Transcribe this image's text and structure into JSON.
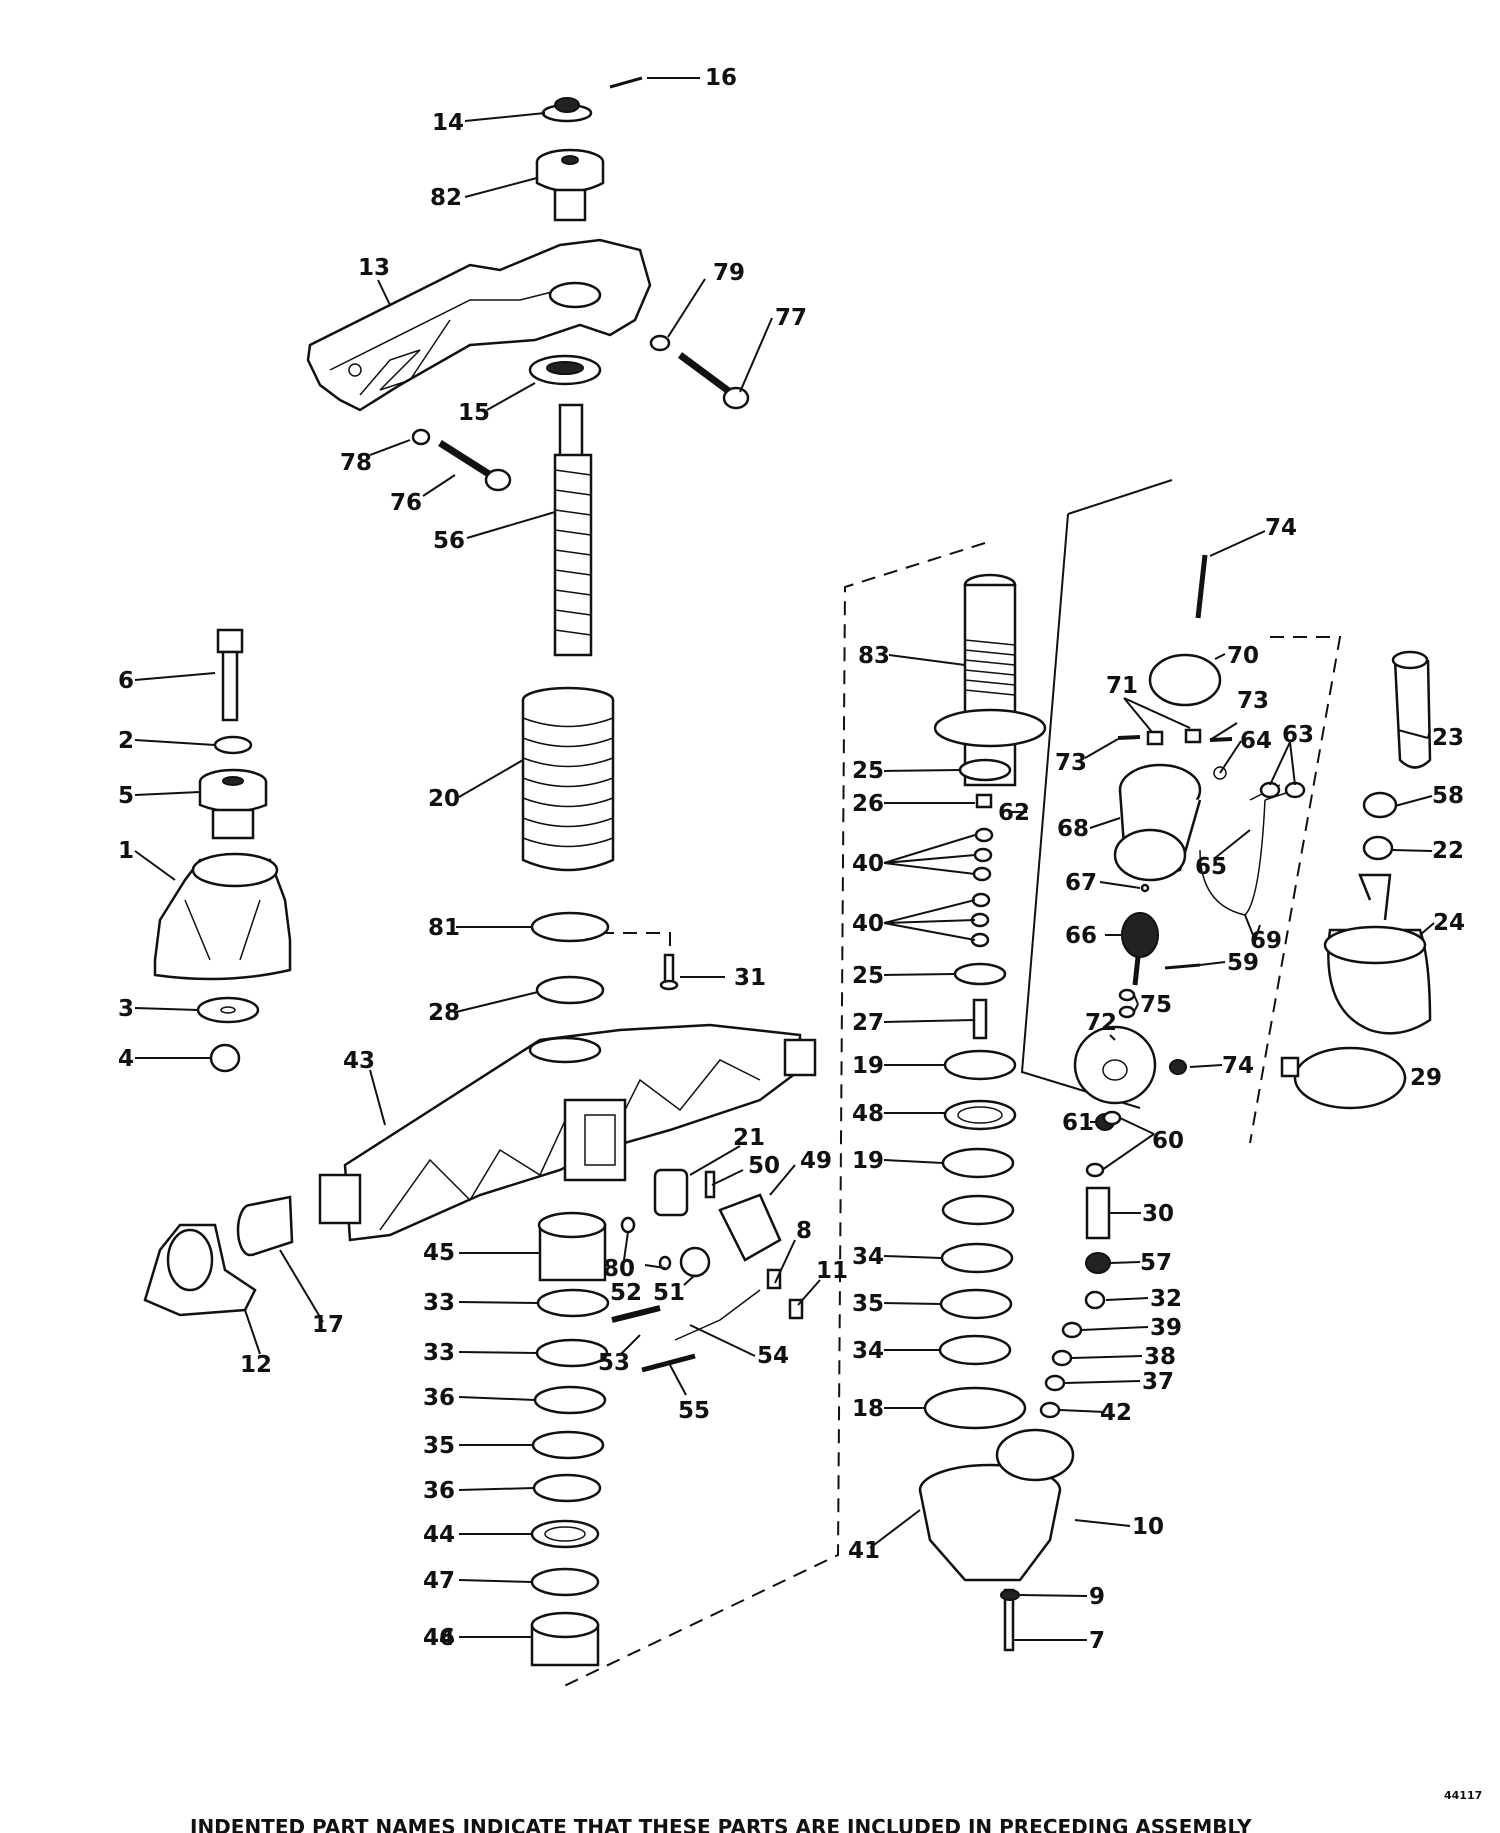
{
  "diagram": {
    "labels": [
      "16",
      "14",
      "82",
      "13",
      "79",
      "77",
      "15",
      "78",
      "76",
      "56",
      "74",
      "83",
      "70",
      "71",
      "73",
      "73",
      "64",
      "63",
      "23",
      "58",
      "22",
      "6",
      "2",
      "5",
      "1",
      "20",
      "25",
      "26",
      "62",
      "68",
      "65",
      "24",
      "40",
      "40",
      "67",
      "66",
      "59",
      "69",
      "81",
      "31",
      "25",
      "3",
      "28",
      "27",
      "75",
      "72",
      "74",
      "29",
      "4",
      "43",
      "19",
      "61",
      "60",
      "48",
      "19",
      "21",
      "50",
      "49",
      "30",
      "45",
      "33",
      "80",
      "52",
      "51",
      "8",
      "11",
      "34",
      "57",
      "32",
      "33",
      "53",
      "54",
      "35",
      "39",
      "34",
      "55",
      "36",
      "38",
      "37",
      "35",
      "18",
      "42",
      "36",
      "44",
      "10",
      "47",
      "41",
      "44",
      "9",
      "46",
      "7",
      "12",
      "17"
    ],
    "footer_text": "INDENTED PART NAMES INDICATE THAT THESE PARTS ARE INCLUDED IN PRECEDING ASSEMBLY",
    "reference_number": "44117"
  }
}
